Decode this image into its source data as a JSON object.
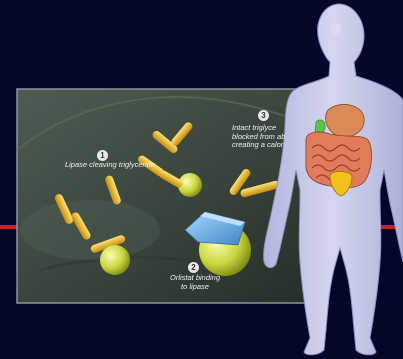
{
  "labels": {
    "step1": {
      "number": "1",
      "text": "Lipase cleaving triglyceride"
    },
    "step2": {
      "number": "2",
      "line1": "Orlistat binding",
      "line2": "to lipase"
    },
    "step3": {
      "number": "3",
      "line1": "Intact triglyce",
      "line2": "blocked from ab",
      "line3": "creating a calor"
    }
  },
  "colors": {
    "background": "#05072a",
    "panel": "#3d4a3f",
    "red_line": "#d11a1a",
    "body": "#c3c6e6",
    "molecule": "#e7b318",
    "lipase": "#d8e25a",
    "orlistat": "#79b7e8"
  }
}
